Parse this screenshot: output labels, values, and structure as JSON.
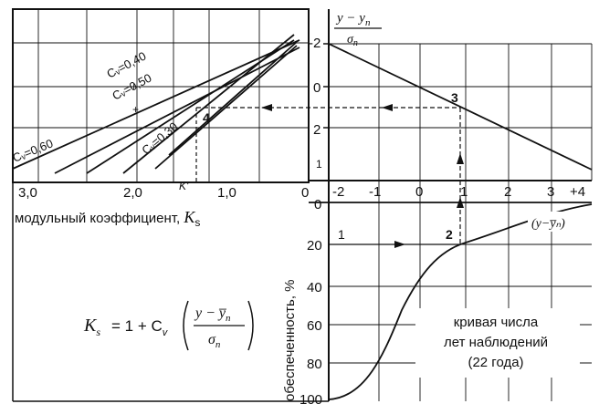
{
  "top_left": {
    "curve_labels": [
      "Cᵥ=0,60",
      "Cᵥ=0,40",
      "Cᵥ=0,50",
      "Cᵥ=0,30"
    ],
    "plus_marks": [
      "+",
      "+"
    ],
    "point_label": "4",
    "ks_tick_label": "K'",
    "x_ticks": [
      "3,0",
      "2,0",
      "1,0",
      "0"
    ],
    "x_label": "модульный коэффициент, ",
    "x_label_symbol": "K",
    "x_label_sub": "s"
  },
  "top_right": {
    "y_title_num": "y − y",
    "y_title_num_sub": "n",
    "y_title_den": "σ",
    "y_title_den_sub": "n",
    "y_ticks": [
      "-2",
      "0",
      "2",
      "1"
    ],
    "point_label": "3"
  },
  "bottom_right": {
    "x_ticks": [
      "-2",
      "-1",
      "0",
      "1",
      "2",
      "3",
      "+4"
    ],
    "y_ticks": [
      "0",
      "20",
      "40",
      "60",
      "80",
      "100"
    ],
    "y_label": "обеспеченность, %",
    "curve_label": "(y−y̅ₙ)",
    "point_1": "1",
    "point_2": "2",
    "note_lines": [
      "кривая числа",
      "лет наблюдений",
      "(22 года)"
    ]
  },
  "formula": {
    "lhs": "K",
    "lhs_sub": "s",
    "eq": " = 1 + C",
    "cv_sub": "v",
    "num": "y − y̅",
    "num_sub": "n",
    "den": "σ",
    "den_sub": "n"
  }
}
